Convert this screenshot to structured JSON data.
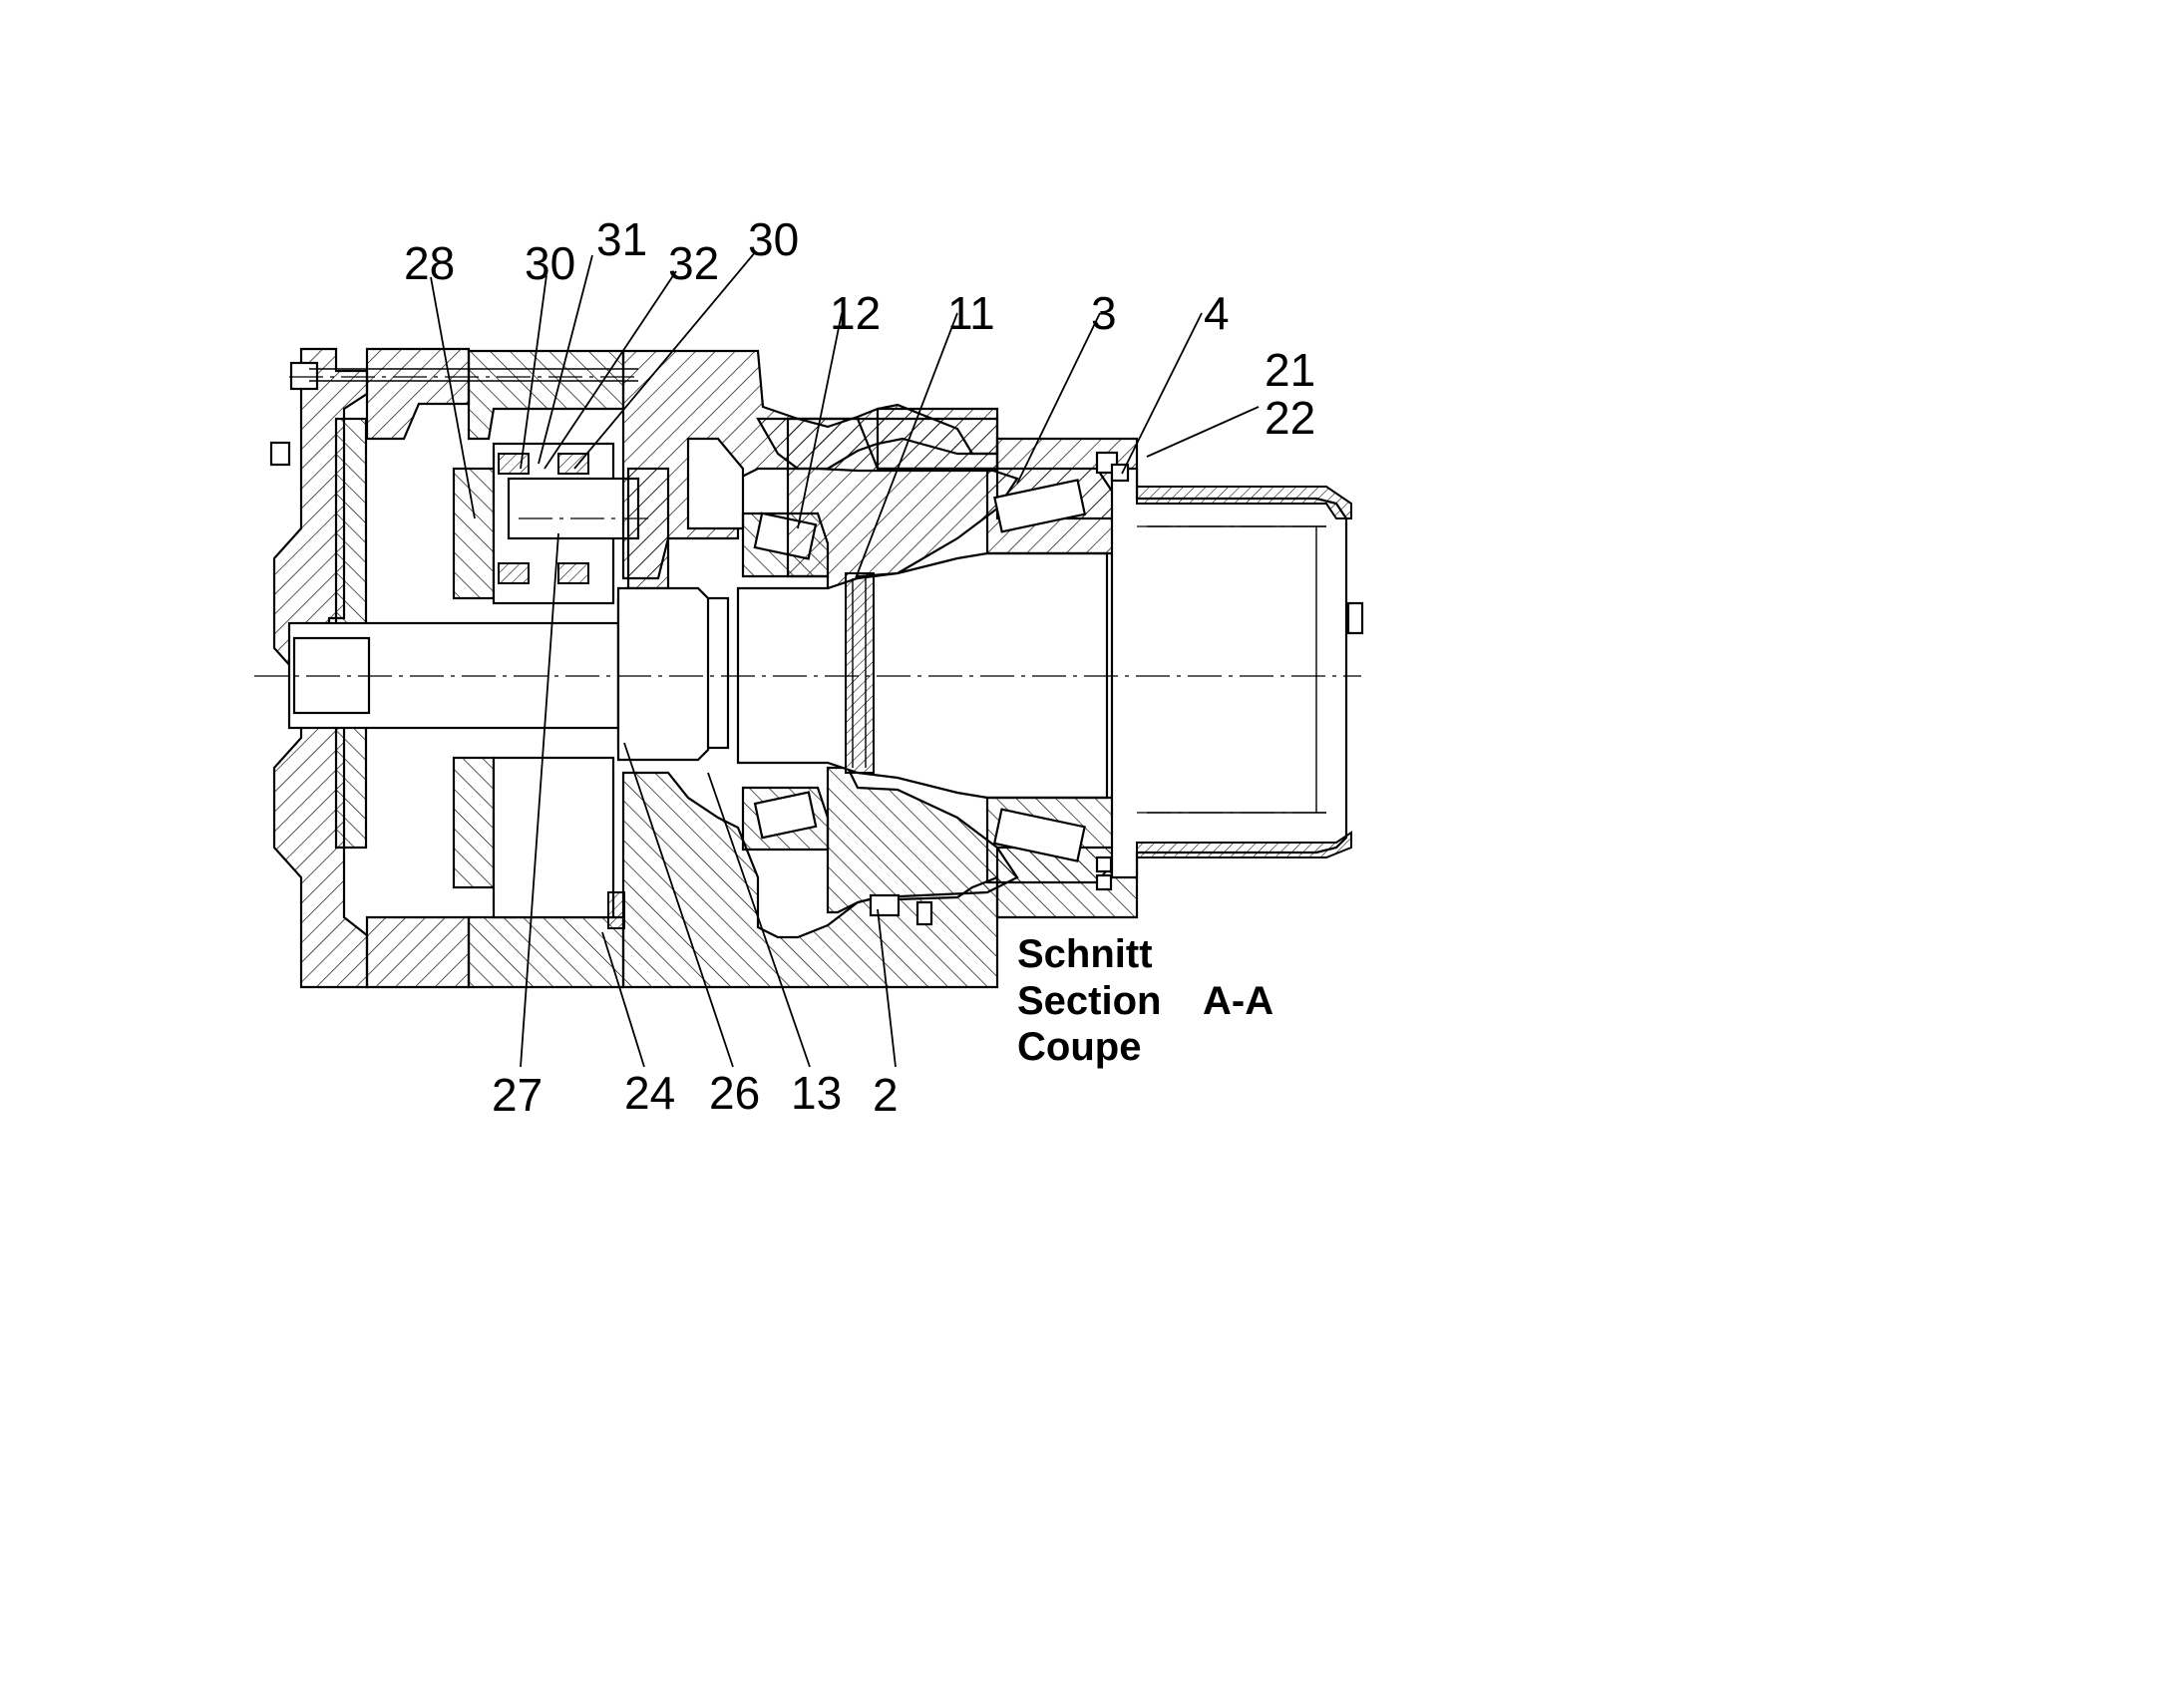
{
  "callouts_top": [
    "28",
    "30",
    "31",
    "32",
    "30",
    "12",
    "11",
    "3",
    "4",
    "21",
    "22"
  ],
  "callouts_bottom": [
    "27",
    "24",
    "26",
    "13",
    "2"
  ],
  "caption": {
    "line1": "Schnitt",
    "line2": "Section",
    "line2_suffix": "A-A",
    "line3": "Coupe"
  }
}
